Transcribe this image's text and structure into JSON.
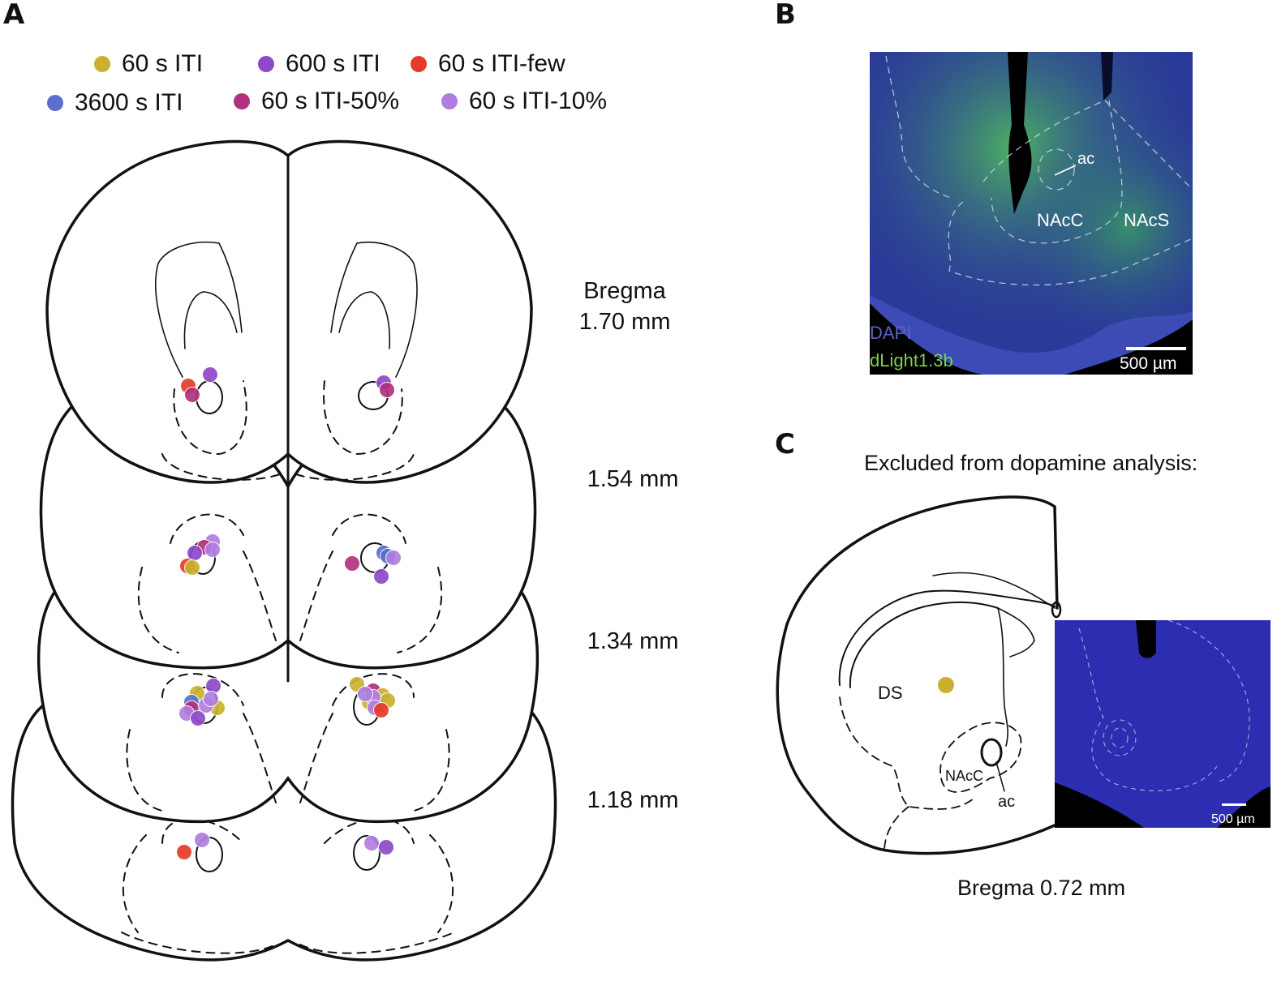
{
  "panels": {
    "A": {
      "letter": "A",
      "legend": [
        {
          "label": "60 s ITI",
          "color": "#c9b12f"
        },
        {
          "label": "600 s ITI",
          "color": "#8e49c9"
        },
        {
          "label": "60 s ITI-few",
          "color": "#e63b2a"
        },
        {
          "label": "3600 s ITI",
          "color": "#5b6fcb"
        },
        {
          "label": "60 s ITI-50%",
          "color": "#b2317e"
        },
        {
          "label": "60 s ITI-10%",
          "color": "#b07ee0"
        }
      ],
      "sections": [
        {
          "label_top": "Bregma",
          "label": "1.70 mm"
        },
        {
          "label": "1.54 mm"
        },
        {
          "label": "1.34 mm"
        },
        {
          "label": "1.18 mm"
        }
      ]
    },
    "B": {
      "letter": "B",
      "labels": {
        "ac": "ac",
        "nacc": "NAcC",
        "nacs": "NAcS"
      },
      "channels": [
        {
          "label": "DAPI",
          "color": "#5a63c8"
        },
        {
          "label": "dLight1.3b",
          "color": "#7bd24a"
        }
      ],
      "scale_bar": "500 µm"
    },
    "C": {
      "letter": "C",
      "title": "Excluded from dopamine analysis:",
      "labels": {
        "ds": "DS",
        "nacc": "NAcC",
        "ac": "ac"
      },
      "scale_bar": "500 µm",
      "bregma": "Bregma 0.72 mm",
      "dot_color": "#c9b12f"
    }
  }
}
